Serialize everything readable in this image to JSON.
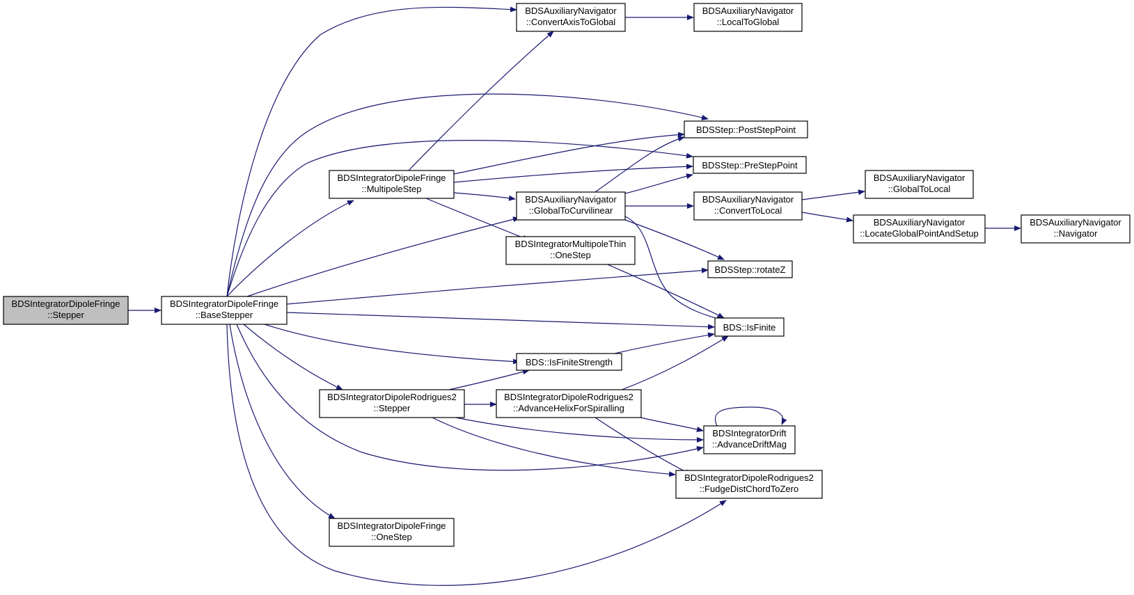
{
  "nodes": {
    "root": {
      "line1": "BDSIntegratorDipoleFringe",
      "line2": "::Stepper"
    },
    "base": {
      "line1": "BDSIntegratorDipoleFringe",
      "line2": "::BaseStepper"
    },
    "multipole": {
      "line1": "BDSIntegratorDipoleFringe",
      "line2": "::MultipoleStep"
    },
    "onestepfringe": {
      "line1": "BDSIntegratorDipoleFringe",
      "line2": "::OneStep"
    },
    "rodstepper": {
      "line1": "BDSIntegratorDipoleRodrigues2",
      "line2": "::Stepper"
    },
    "convaxis": {
      "line1": "BDSAuxiliaryNavigator",
      "line2": "::ConvertAxisToGlobal"
    },
    "localtoglobal": {
      "line1": "BDSAuxiliaryNavigator",
      "line2": "::LocalToGlobal"
    },
    "g2c": {
      "line1": "BDSAuxiliaryNavigator",
      "line2": "::GlobalToCurvilinear"
    },
    "thin": {
      "line1": "BDSIntegratorMultipoleThin",
      "line2": "::OneStep"
    },
    "isfinitestrength": {
      "line1": "BDS::IsFiniteStrength"
    },
    "helix": {
      "line1": "BDSIntegratorDipoleRodrigues2",
      "line2": "::AdvanceHelixForSpiralling"
    },
    "post": {
      "line1": "BDSStep::PostStepPoint"
    },
    "pre": {
      "line1": "BDSStep::PreStepPoint"
    },
    "convtolocal": {
      "line1": "BDSAuxiliaryNavigator",
      "line2": "::ConvertToLocal"
    },
    "rotatez": {
      "line1": "BDSStep::rotateZ"
    },
    "isfinite": {
      "line1": "BDS::IsFinite"
    },
    "drift": {
      "line1": "BDSIntegratorDrift",
      "line2": "::AdvanceDriftMag"
    },
    "fudge": {
      "line1": "BDSIntegratorDipoleRodrigues2",
      "line2": "::FudgeDistChordToZero"
    },
    "globaltolocal": {
      "line1": "BDSAuxiliaryNavigator",
      "line2": "::GlobalToLocal"
    },
    "locate": {
      "line1": "BDSAuxiliaryNavigator",
      "line2": "::LocateGlobalPointAndSetup"
    },
    "navigator": {
      "line1": "BDSAuxiliaryNavigator",
      "line2": "::Navigator"
    }
  },
  "edges": [
    [
      "root",
      "base"
    ],
    [
      "base",
      "convaxis"
    ],
    [
      "base",
      "post"
    ],
    [
      "base",
      "pre"
    ],
    [
      "base",
      "multipole"
    ],
    [
      "base",
      "g2c"
    ],
    [
      "base",
      "rotatez"
    ],
    [
      "base",
      "isfinite"
    ],
    [
      "base",
      "isfinitestrength"
    ],
    [
      "base",
      "rodstepper"
    ],
    [
      "base",
      "drift"
    ],
    [
      "base",
      "onestepfringe"
    ],
    [
      "base",
      "fudge"
    ],
    [
      "multipole",
      "convaxis"
    ],
    [
      "multipole",
      "post"
    ],
    [
      "multipole",
      "pre"
    ],
    [
      "multipole",
      "g2c"
    ],
    [
      "multipole",
      "thin"
    ],
    [
      "convaxis",
      "localtoglobal"
    ],
    [
      "g2c",
      "post"
    ],
    [
      "g2c",
      "pre"
    ],
    [
      "g2c",
      "convtolocal"
    ],
    [
      "g2c",
      "rotatez"
    ],
    [
      "g2c",
      "isfinite"
    ],
    [
      "convtolocal",
      "globaltolocal"
    ],
    [
      "convtolocal",
      "locate"
    ],
    [
      "locate",
      "navigator"
    ],
    [
      "thin",
      "isfinite"
    ],
    [
      "isfinitestrength",
      "isfinite"
    ],
    [
      "rodstepper",
      "isfinitestrength"
    ],
    [
      "rodstepper",
      "helix"
    ],
    [
      "rodstepper",
      "drift"
    ],
    [
      "rodstepper",
      "fudge"
    ],
    [
      "helix",
      "isfinite"
    ],
    [
      "helix",
      "drift"
    ],
    [
      "helix",
      "fudge"
    ],
    [
      "drift",
      "drift"
    ]
  ]
}
